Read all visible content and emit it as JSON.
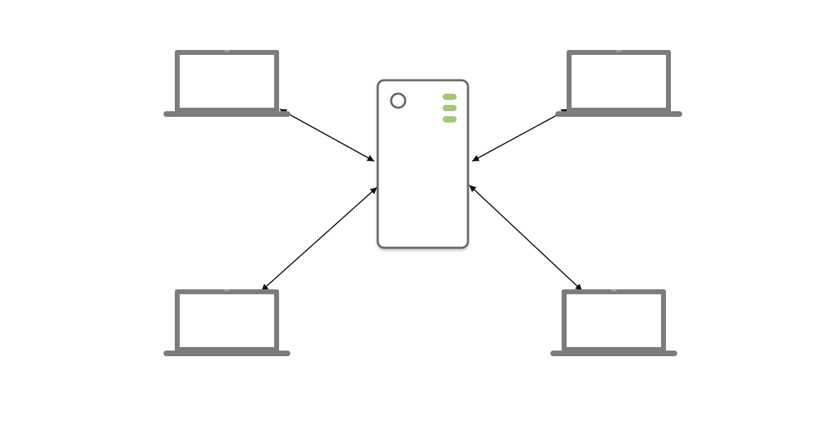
{
  "diagram": {
    "type": "network-star-topology",
    "colors": {
      "background": "#ffffff",
      "device_frame": "#7b7c7e",
      "device_outline": "#666666",
      "indicator": "#a4c77a",
      "connector": "#111111"
    },
    "hub": {
      "icon": "server-icon",
      "indicator_count": 3
    },
    "clients": [
      {
        "id": "laptop-top-left",
        "icon": "laptop-icon"
      },
      {
        "id": "laptop-top-right",
        "icon": "laptop-icon"
      },
      {
        "id": "laptop-bottom-left",
        "icon": "laptop-icon"
      },
      {
        "id": "laptop-bottom-right",
        "icon": "laptop-icon"
      }
    ],
    "connections": [
      {
        "from": "server",
        "to": "laptop-top-left",
        "direction": "bidirectional"
      },
      {
        "from": "server",
        "to": "laptop-top-right",
        "direction": "bidirectional"
      },
      {
        "from": "server",
        "to": "laptop-bottom-left",
        "direction": "bidirectional"
      },
      {
        "from": "server",
        "to": "laptop-bottom-right",
        "direction": "bidirectional"
      }
    ]
  }
}
